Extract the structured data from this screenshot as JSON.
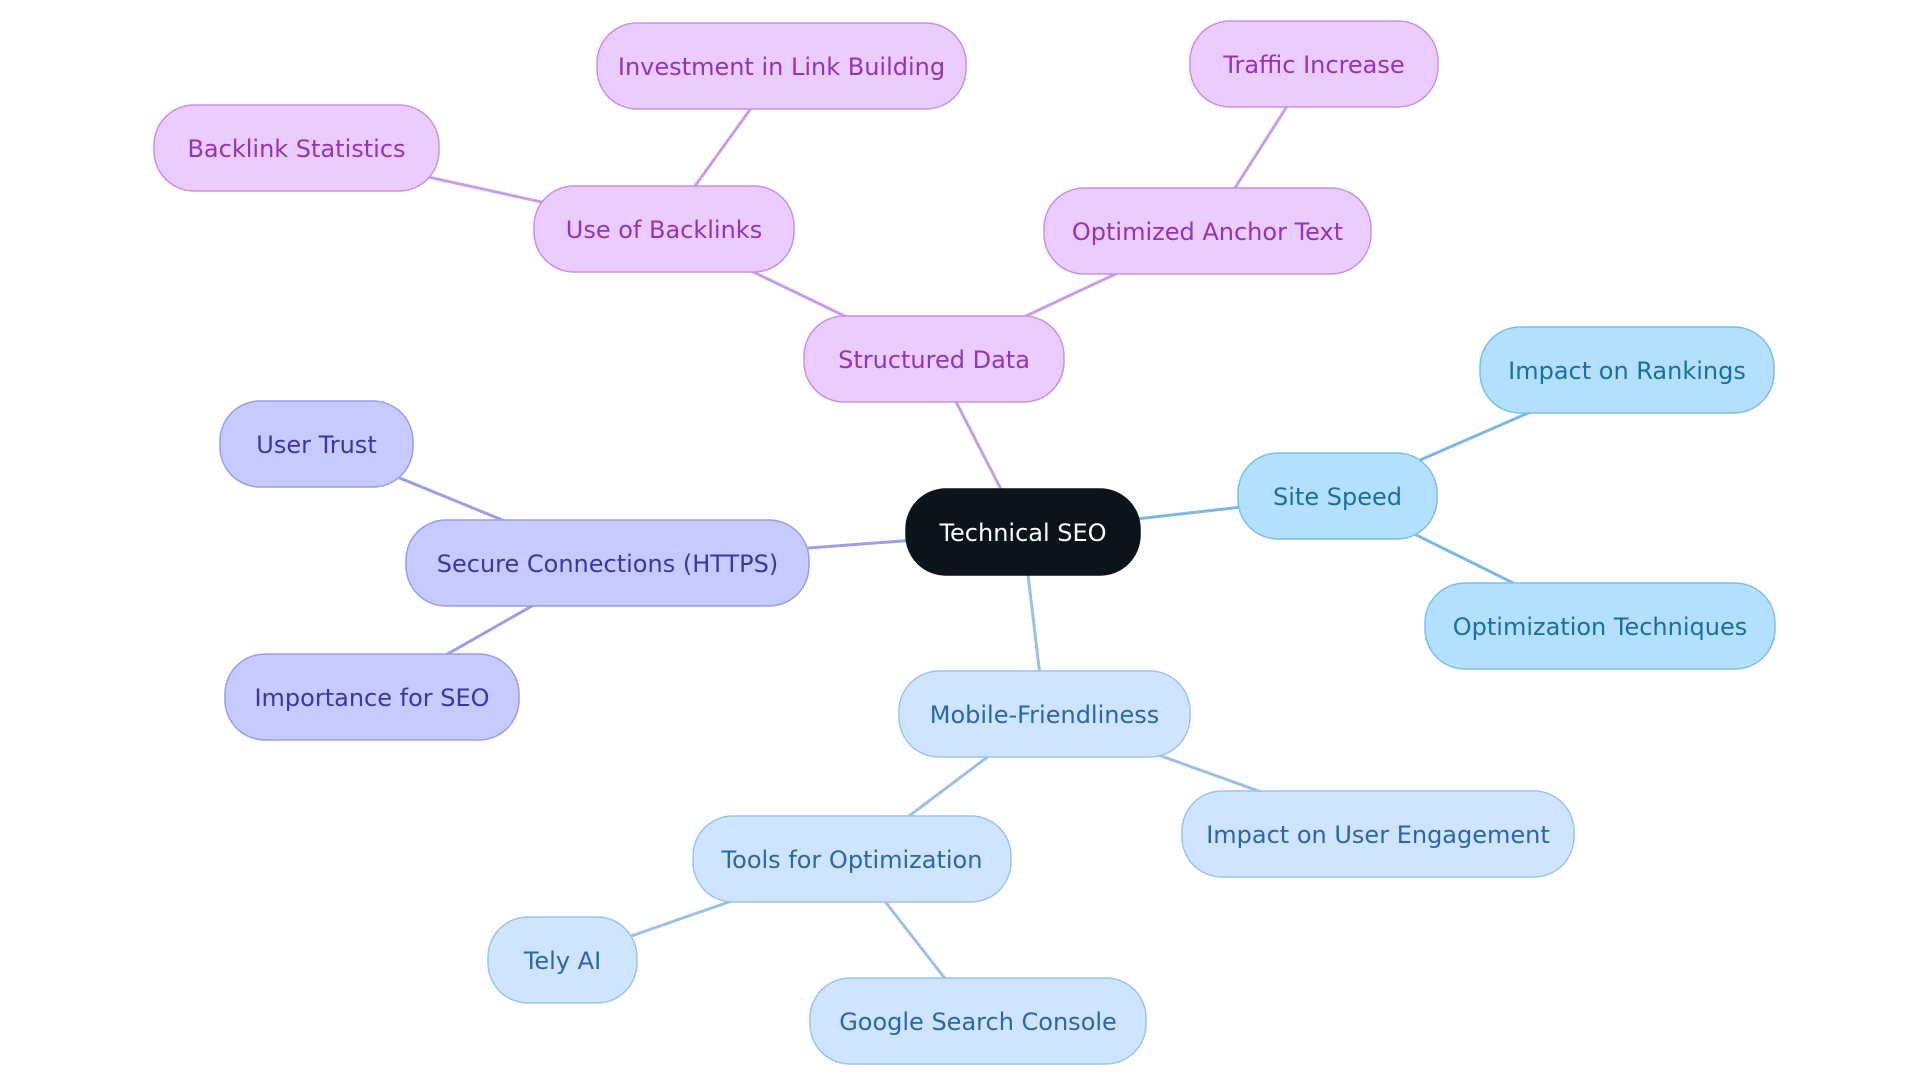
{
  "diagram": {
    "type": "mind-map",
    "root": {
      "id": "root",
      "label": "Technical SEO",
      "theme": "root"
    },
    "branches": [
      {
        "id": "structured-data",
        "label": "Structured Data",
        "theme": "purple",
        "parent": "root"
      },
      {
        "id": "use-of-backlinks",
        "label": "Use of Backlinks",
        "theme": "purple",
        "parent": "structured-data"
      },
      {
        "id": "backlink-statistics",
        "label": "Backlink Statistics",
        "theme": "purple",
        "parent": "use-of-backlinks"
      },
      {
        "id": "investment-in-link-building",
        "label": "Investment in Link Building",
        "theme": "purple",
        "parent": "use-of-backlinks"
      },
      {
        "id": "optimized-anchor-text",
        "label": "Optimized Anchor Text",
        "theme": "purple",
        "parent": "structured-data"
      },
      {
        "id": "traffic-increase",
        "label": "Traffic Increase",
        "theme": "purple",
        "parent": "optimized-anchor-text"
      },
      {
        "id": "site-speed",
        "label": "Site Speed",
        "theme": "sky",
        "parent": "root"
      },
      {
        "id": "impact-on-rankings",
        "label": "Impact on Rankings",
        "theme": "sky",
        "parent": "site-speed"
      },
      {
        "id": "optimization-techniques",
        "label": "Optimization Techniques",
        "theme": "sky",
        "parent": "site-speed"
      },
      {
        "id": "secure-connections",
        "label": "Secure Connections (HTTPS)",
        "theme": "indigo",
        "parent": "root"
      },
      {
        "id": "user-trust",
        "label": "User Trust",
        "theme": "indigo",
        "parent": "secure-connections"
      },
      {
        "id": "importance-for-seo",
        "label": "Importance for SEO",
        "theme": "indigo",
        "parent": "secure-connections"
      },
      {
        "id": "mobile-friendliness",
        "label": "Mobile-Friendliness",
        "theme": "blue",
        "parent": "root"
      },
      {
        "id": "tools-for-optimization",
        "label": "Tools for Optimization",
        "theme": "blue",
        "parent": "mobile-friendliness"
      },
      {
        "id": "tely-ai",
        "label": "Tely AI",
        "theme": "blue",
        "parent": "tools-for-optimization"
      },
      {
        "id": "google-search-console",
        "label": "Google Search Console",
        "theme": "blue",
        "parent": "tools-for-optimization"
      },
      {
        "id": "impact-on-user-engagement",
        "label": "Impact on User Engagement",
        "theme": "blue",
        "parent": "mobile-friendliness"
      }
    ]
  },
  "themes": {
    "root": {
      "fill": "#0b131b",
      "stroke": "#0b131b",
      "text": "#ffffff",
      "edge": "#0b131b"
    },
    "purple": {
      "fill": "#eaccff",
      "stroke": "#c792e6",
      "text": "#9433b8",
      "edge": "#c79ee8"
    },
    "sky": {
      "fill": "#b3e0ff",
      "stroke": "#7dbfe6",
      "text": "#1b6f9c",
      "edge": "#7ab9e0"
    },
    "indigo": {
      "fill": "#c7caff",
      "stroke": "#9a9ee6",
      "text": "#3a36a6",
      "edge": "#9c9fe3"
    },
    "blue": {
      "fill": "#cfe4ff",
      "stroke": "#9cc4ea",
      "text": "#2a66a8",
      "edge": "#9cc0e6"
    }
  }
}
